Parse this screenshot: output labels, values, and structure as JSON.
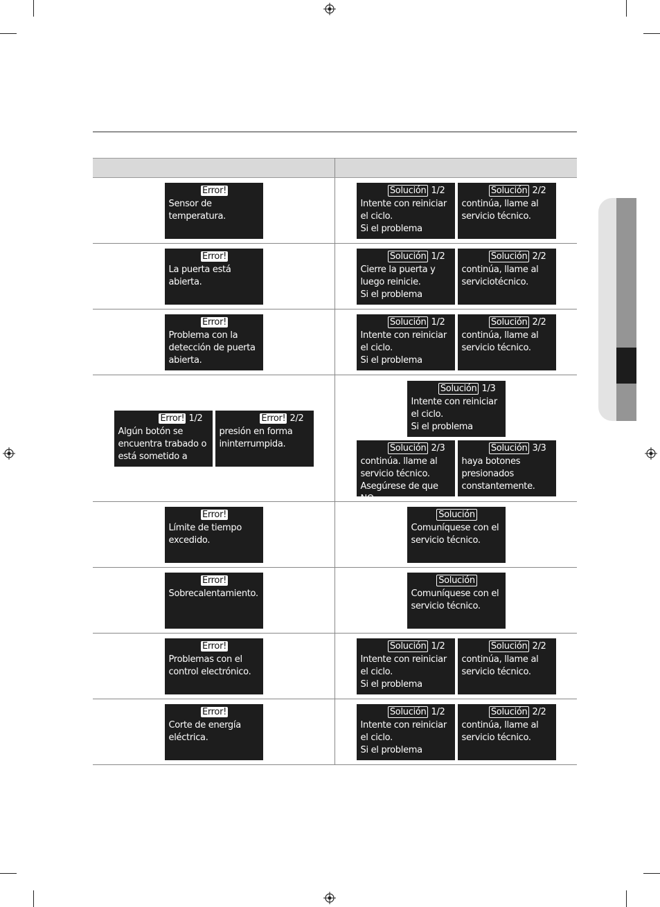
{
  "rows": [
    {
      "error": [
        {
          "tag": "Error!",
          "page": "",
          "text": "Sensor de temperatura."
        }
      ],
      "solution": [
        {
          "tag": "Solución",
          "page": "1/2",
          "text": "Intente con reiniciar\nel ciclo.\nSi el problema"
        },
        {
          "tag": "Solución",
          "page": "2/2",
          "text": "continúa, llame al\nservicio técnico."
        }
      ]
    },
    {
      "error": [
        {
          "tag": "Error!",
          "page": "",
          "text": "La puerta está abierta."
        }
      ],
      "solution": [
        {
          "tag": "Solución",
          "page": "1/2",
          "text": "Cierre la puerta y\nluego reinicie.\nSi el problema"
        },
        {
          "tag": "Solución",
          "page": "2/2",
          "text": "continúa, llame al\nserviciotécnico."
        }
      ]
    },
    {
      "error": [
        {
          "tag": "Error!",
          "page": "",
          "text": "Problema con la\ndetección de puerta\nabierta."
        }
      ],
      "solution": [
        {
          "tag": "Solución",
          "page": "1/2",
          "text": "Intente con reiniciar\nel ciclo.\nSi el problema"
        },
        {
          "tag": "Solución",
          "page": "2/2",
          "text": "continúa, llame al\nservicio técnico."
        }
      ]
    },
    {
      "error": [
        {
          "tag": "Error!",
          "page": "1/2",
          "text": "Algún botón se\nencuentra trabado o\nestá sometido a"
        },
        {
          "tag": "Error!",
          "page": "2/2",
          "text": "presión en forma\nininterrumpida."
        }
      ],
      "solution": [
        {
          "tag": "Solución",
          "page": "1/3",
          "text": "Intente con reiniciar\nel ciclo.\nSi el problema"
        },
        {
          "tag": "Solución",
          "page": "2/3",
          "text": "continúa. llame al\nservicio técnico.\nAsegúrese de que NO"
        },
        {
          "tag": "Solución",
          "page": "3/3",
          "text": "haya botones\npresionados\nconstantemente."
        }
      ]
    },
    {
      "error": [
        {
          "tag": "Error!",
          "page": "",
          "text": "Límite de tiempo\nexcedido."
        }
      ],
      "solution": [
        {
          "tag": "Solución",
          "page": "",
          "text": "Comuníquese con el\nservicio técnico."
        }
      ]
    },
    {
      "error": [
        {
          "tag": "Error!",
          "page": "",
          "text": "Sobrecalentamiento."
        }
      ],
      "solution": [
        {
          "tag": "Solución",
          "page": "",
          "text": "Comuníquese con el\nservicio técnico."
        }
      ]
    },
    {
      "error": [
        {
          "tag": "Error!",
          "page": "",
          "text": "Problemas con el\ncontrol electrónico."
        }
      ],
      "solution": [
        {
          "tag": "Solución",
          "page": "1/2",
          "text": "Intente con reiniciar\nel ciclo.\nSi el problema"
        },
        {
          "tag": "Solución",
          "page": "2/2",
          "text": "continúa, llame al\nservicio técnico."
        }
      ]
    },
    {
      "error": [
        {
          "tag": "Error!",
          "page": "",
          "text": "Corte de energía\neléctrica."
        }
      ],
      "solution": [
        {
          "tag": "Solución",
          "page": "1/2",
          "text": "Intente con reiniciar\nel ciclo.\nSi el problema"
        },
        {
          "tag": "Solución",
          "page": "2/2",
          "text": "continúa, llame al\nservicio técnico."
        }
      ]
    }
  ]
}
